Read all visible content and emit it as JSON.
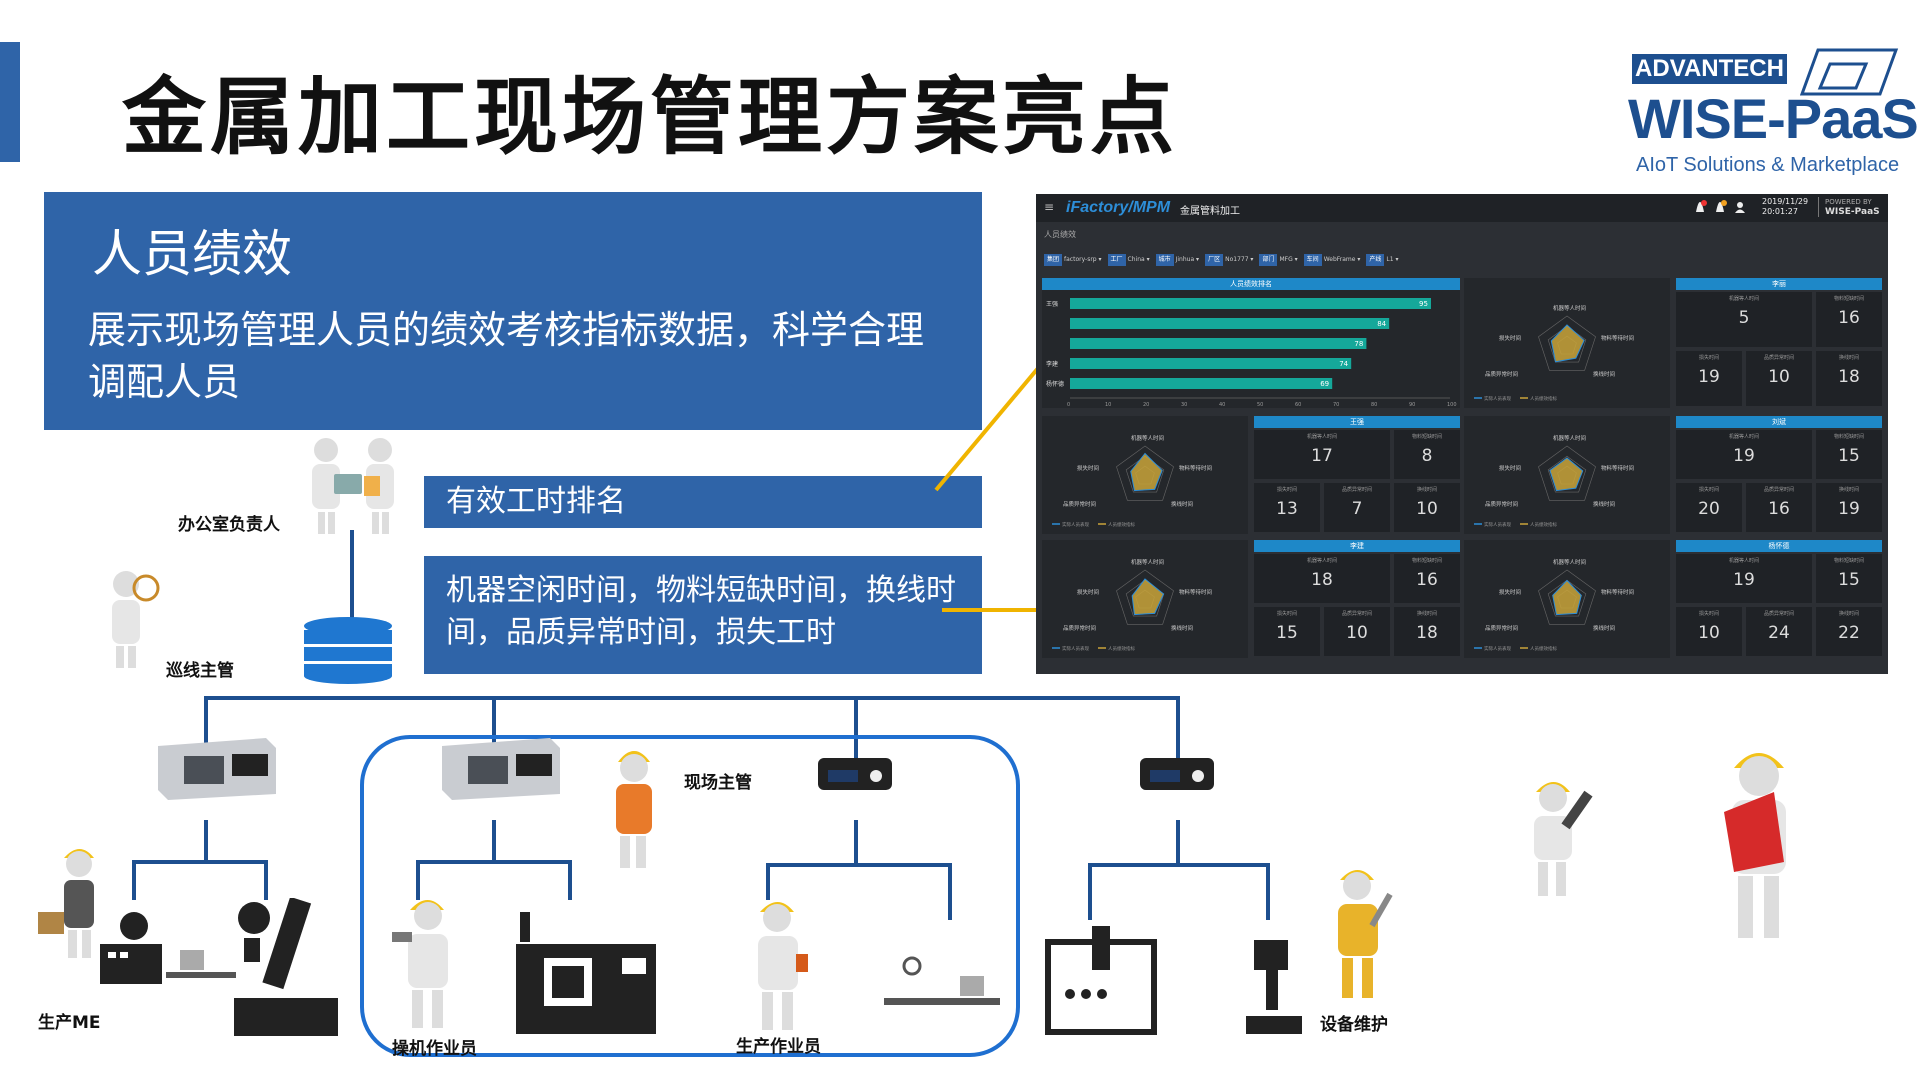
{
  "page": {
    "title": "金属加工现场管理方案亮点"
  },
  "brand": {
    "badge": "ADVANTECH",
    "name": "WISE-PaaS",
    "tagline": "AIoT Solutions & Marketplace"
  },
  "info": {
    "heading": "人员绩效",
    "description": "展示现场管理人员的绩效考核指标数据，科学合理调配人员"
  },
  "labels": {
    "ranking": "有效工时排名",
    "times": "机器空闲时间，物料短缺时间，换线时间，品质异常时间，损失工时"
  },
  "roles": {
    "office_manager": "办公室负责人",
    "patrol_supervisor": "巡线主管",
    "production_me": "生产ME",
    "machine_operator": "操机作业员",
    "site_supervisor": "现场主管",
    "production_worker": "生产作业员",
    "equipment_maintenance": "设备维护"
  },
  "dashboard": {
    "logo": "iFactory/MPM",
    "app_name": "金属管料加工",
    "menu_icon": "≡",
    "date": "2019/11/29",
    "time": "20:01:27",
    "powered_by": "POWERED BY",
    "powered_name": "WISE-PaaS",
    "crumb": "人员绩效",
    "filters": [
      {
        "key": "集团",
        "value": "factory-srp"
      },
      {
        "key": "工厂",
        "value": "China"
      },
      {
        "key": "城市",
        "value": "Jinhua"
      },
      {
        "key": "厂区",
        "value": "No1777"
      },
      {
        "key": "部门",
        "value": "MFG"
      },
      {
        "key": "车间",
        "value": "WebFrame"
      },
      {
        "key": "产线",
        "value": "L1"
      }
    ],
    "ranking_title": "人员绩效排名",
    "ranking": [
      {
        "name": "王强",
        "value": 95
      },
      {
        "name": "",
        "value": 84
      },
      {
        "name": "",
        "value": 78
      },
      {
        "name": "李建",
        "value": 74
      },
      {
        "name": "杨怀德",
        "value": 69
      }
    ],
    "ranking_axis": [
      "0",
      "10",
      "20",
      "30",
      "40",
      "50",
      "60",
      "70",
      "80",
      "90",
      "100"
    ],
    "radar_labels": {
      "top": "机器等人时间",
      "right": "物料等待时间",
      "bottom_right": "换线时间",
      "bottom_left": "品质异常时间",
      "left": "损失时间"
    },
    "radar_legend": [
      "实际人员表现",
      "人员绩效指标"
    ],
    "cards": [
      {
        "name": "李丽",
        "values": [
          5,
          16,
          19,
          10,
          18
        ]
      },
      {
        "name": "王强",
        "values": [
          17,
          8,
          13,
          7,
          10
        ]
      },
      {
        "name": "刘斌",
        "values": [
          19,
          15,
          20,
          16,
          19
        ]
      },
      {
        "name": "李建",
        "values": [
          18,
          16,
          15,
          10,
          18
        ]
      },
      {
        "name": "杨怀德",
        "values": [
          19,
          15,
          10,
          24,
          22
        ]
      }
    ],
    "card_titles": [
      "机器等人时间",
      "物料短缺时间",
      "损失时间",
      "品质异常时间",
      "换线时间"
    ]
  },
  "colors": {
    "accent": "#2f64a8",
    "arrow": "#f0b400",
    "bar": "#15a89a",
    "network": "#1d4f8f"
  }
}
